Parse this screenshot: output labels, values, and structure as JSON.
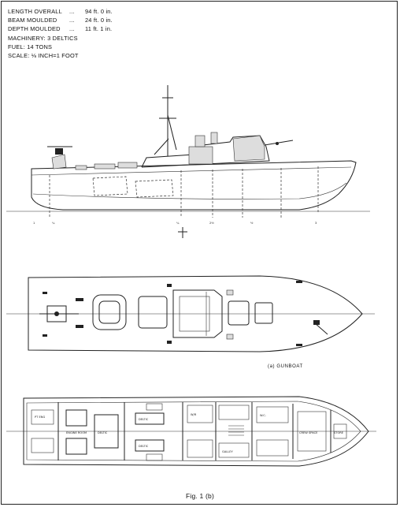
{
  "specs": [
    {
      "label": "LENGTH OVERALL",
      "dots": "...",
      "value": "94 ft.   0 in."
    },
    {
      "label": "BEAM MOULDED",
      "dots": "...",
      "value": "24 ft.   0 in."
    },
    {
      "label": "DEPTH MOULDED",
      "dots": "...",
      "value": "11 ft.   1 in."
    },
    {
      "label": "MACHINERY: 3 DELTICS",
      "dots": "",
      "value": ""
    },
    {
      "label": "FUEL: 14 TONS",
      "dots": "",
      "value": ""
    },
    {
      "label": "SCALE: ⅛ INCH=1 FOOT",
      "dots": "",
      "value": ""
    }
  ],
  "deck_plan_caption": "(a)  GUNBOAT",
  "figure_caption": "Fig. 1 (b)",
  "accommodation_labels": {
    "pt_engines": "PT ENG",
    "main_engine_room": "ENGINE ROOM",
    "deltic_a": "DELTIC",
    "deltic_b": "DELTIC",
    "deltic_c": "DELTIC",
    "galley": "GALLEY",
    "crew_space": "CREW SPACE",
    "wardroom": "W/R",
    "wc": "W.C.",
    "store": "STORE"
  }
}
